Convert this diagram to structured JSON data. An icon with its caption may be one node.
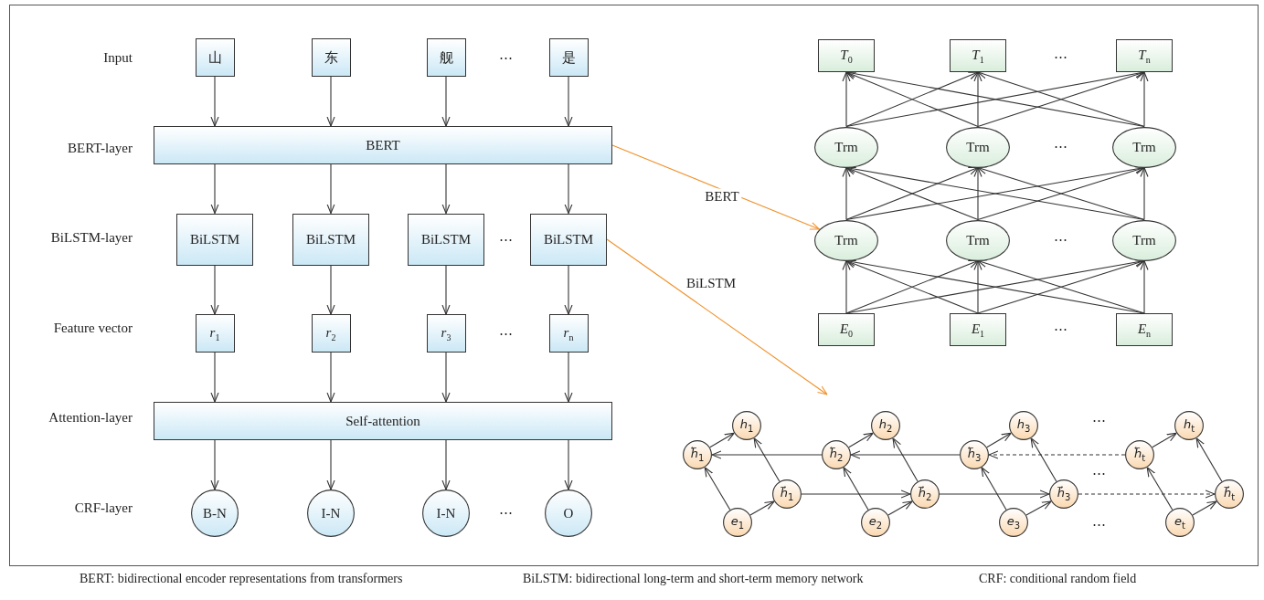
{
  "diagram": {
    "nodes": [
      {
        "text": [
          "山"
        ]
      },
      {
        "text": [
          "东"
        ]
      },
      {
        "text": [
          "舰"
        ]
      },
      {
        "text": [
          "是"
        ]
      },
      {
        "text": [
          "BERT"
        ]
      },
      {
        "text": [
          "BiLSTM"
        ]
      },
      {
        "text": [
          "BiLSTM"
        ]
      },
      {
        "text": [
          "BiLSTM"
        ]
      },
      {
        "text": [
          "BiLSTM"
        ]
      },
      {
        "text": [
          "*r*$_{1}$"
        ]
      },
      {
        "text": [
          "*r*$_{2}$"
        ]
      },
      {
        "text": [
          "*r*$_{3}$"
        ]
      },
      {
        "text": [
          "*r*$_{n}$"
        ]
      },
      {
        "text": [
          "Self-attention"
        ]
      },
      {
        "text": [
          "B-N"
        ]
      },
      {
        "text": [
          "I-N"
        ]
      },
      {
        "text": [
          "I-N"
        ]
      },
      {
        "text": [
          "O"
        ]
      },
      {
        "text": [
          "*T*$_{0}$"
        ]
      },
      {
        "text": [
          "*T*$_{1}$"
        ]
      },
      {
        "text": [
          "*T*$_{n}$"
        ]
      },
      {
        "text": [
          "Trm"
        ]
      },
      {
        "text": [
          "Trm"
        ]
      },
      {
        "text": [
          "Trm"
        ]
      },
      {
        "text": [
          "Trm"
        ]
      },
      {
        "text": [
          "Trm"
        ]
      },
      {
        "text": [
          "Trm"
        ]
      },
      {
        "text": [
          "*E*$_{0}$"
        ]
      },
      {
        "text": [
          "*E*$_{1}$"
        ]
      },
      {
        "text": [
          "*E*$_{n}$"
        ]
      },
      {
        "text": [
          "*h*$_{1}$"
        ]
      },
      {
        "text": [
          "*h⃖*$_{1}$"
        ]
      },
      {
        "text": [
          "*h⃗*$_{1}$"
        ]
      },
      {
        "text": [
          "*e*$_{1}$"
        ]
      },
      {
        "text": [
          "*h*$_{2}$"
        ]
      },
      {
        "text": [
          "*h⃖*$_{2}$"
        ]
      },
      {
        "text": [
          "*h⃗*$_{2}$"
        ]
      },
      {
        "text": [
          "*e*$_{2}$"
        ]
      },
      {
        "text": [
          "*h*$_{3}$"
        ]
      },
      {
        "text": [
          "*h⃖*$_{3}$"
        ]
      },
      {
        "text": [
          "*h⃗*$_{3}$"
        ]
      },
      {
        "text": [
          "*e*$_{3}$"
        ]
      },
      {
        "text": [
          "*h*$_{t}$"
        ]
      },
      {
        "text": [
          "*h⃖*$_{t}$"
        ]
      },
      {
        "text": [
          "*h⃗*$_{t}$"
        ]
      },
      {
        "text": [
          "*e*$_{t}$"
        ]
      }
    ],
    "edges": [
      {
        "from": 0,
        "to": 4,
        "arrow": "to"
      },
      {
        "from": 1,
        "to": 4,
        "arrow": "to"
      },
      {
        "from": 2,
        "to": 4,
        "arrow": "to"
      },
      {
        "from": 3,
        "to": 4,
        "arrow": "to"
      },
      {
        "from": 4,
        "to": 5,
        "arrow": "to"
      },
      {
        "from": 4,
        "to": 6,
        "arrow": "to"
      },
      {
        "from": 4,
        "to": 7,
        "arrow": "to"
      },
      {
        "from": 4,
        "to": 8,
        "arrow": "to"
      },
      {
        "from": 5,
        "to": 9,
        "arrow": "to"
      },
      {
        "from": 6,
        "to": 10,
        "arrow": "to"
      },
      {
        "from": 7,
        "to": 11,
        "arrow": "to"
      },
      {
        "from": 8,
        "to": 12,
        "arrow": "to"
      },
      {
        "from": 9,
        "to": 13,
        "arrow": "to"
      },
      {
        "from": 10,
        "to": 13,
        "arrow": "to"
      },
      {
        "from": 11,
        "to": 13,
        "arrow": "to"
      },
      {
        "from": 12,
        "to": 13,
        "arrow": "to"
      },
      {
        "from": 13,
        "to": 14,
        "arrow": "to"
      },
      {
        "from": 13,
        "to": 15,
        "arrow": "to"
      },
      {
        "from": 13,
        "to": 16,
        "arrow": "to"
      },
      {
        "from": 13,
        "to": 17,
        "arrow": "to"
      },
      {
        "from": 4,
        "to": 24,
        "arrow": "to",
        "label": "BERT",
        "color": "#f0922b"
      },
      {
        "from": 8,
        "to": null,
        "arrow": "to",
        "label": "BiLSTM",
        "color": "#f0922b"
      },
      {
        "from": 27,
        "to": 24,
        "arrow": "to"
      },
      {
        "from": 27,
        "to": 25,
        "arrow": "to"
      },
      {
        "from": 27,
        "to": 26,
        "arrow": "to"
      },
      {
        "from": 28,
        "to": 24,
        "arrow": "to"
      },
      {
        "from": 28,
        "to": 25,
        "arrow": "to"
      },
      {
        "from": 28,
        "to": 26,
        "arrow": "to"
      },
      {
        "from": 29,
        "to": 24,
        "arrow": "to"
      },
      {
        "from": 29,
        "to": 25,
        "arrow": "to"
      },
      {
        "from": 29,
        "to": 26,
        "arrow": "to"
      },
      {
        "from": 24,
        "to": 21,
        "arrow": "to"
      },
      {
        "from": 24,
        "to": 22,
        "arrow": "to"
      },
      {
        "from": 24,
        "to": 23,
        "arrow": "to"
      },
      {
        "from": 25,
        "to": 21,
        "arrow": "to"
      },
      {
        "from": 25,
        "to": 22,
        "arrow": "to"
      },
      {
        "from": 25,
        "to": 23,
        "arrow": "to"
      },
      {
        "from": 26,
        "to": 21,
        "arrow": "to"
      },
      {
        "from": 26,
        "to": 22,
        "arrow": "to"
      },
      {
        "from": 26,
        "to": 23,
        "arrow": "to"
      },
      {
        "from": 21,
        "to": 18,
        "arrow": "to"
      },
      {
        "from": 21,
        "to": 19,
        "arrow": "to"
      },
      {
        "from": 21,
        "to": 20,
        "arrow": "to"
      },
      {
        "from": 22,
        "to": 18,
        "arrow": "to"
      },
      {
        "from": 22,
        "to": 19,
        "arrow": "to"
      },
      {
        "from": 22,
        "to": 20,
        "arrow": "to"
      },
      {
        "from": 23,
        "to": 18,
        "arrow": "to"
      },
      {
        "from": 23,
        "to": 19,
        "arrow": "to"
      },
      {
        "from": 23,
        "to": 20,
        "arrow": "to"
      },
      {
        "from": 33,
        "to": 32,
        "arrow": "to"
      },
      {
        "from": 33,
        "to": 31,
        "arrow": "to"
      },
      {
        "from": 32,
        "to": 30,
        "arrow": "to"
      },
      {
        "from": 31,
        "to": 30,
        "arrow": "to"
      },
      {
        "from": 37,
        "to": 36,
        "arrow": "to"
      },
      {
        "from": 37,
        "to": 35,
        "arrow": "to"
      },
      {
        "from": 36,
        "to": 34,
        "arrow": "to"
      },
      {
        "from": 35,
        "to": 34,
        "arrow": "to"
      },
      {
        "from": 41,
        "to": 40,
        "arrow": "to"
      },
      {
        "from": 41,
        "to": 39,
        "arrow": "to"
      },
      {
        "from": 40,
        "to": 38,
        "arrow": "to"
      },
      {
        "from": 39,
        "to": 38,
        "arrow": "to"
      },
      {
        "from": 45,
        "to": 44,
        "arrow": "to"
      },
      {
        "from": 45,
        "to": 43,
        "arrow": "to"
      },
      {
        "from": 44,
        "to": 42,
        "arrow": "to"
      },
      {
        "from": 43,
        "to": 42,
        "arrow": "to"
      },
      {
        "from": 35,
        "to": 31,
        "arrow": "to"
      },
      {
        "from": 39,
        "to": 35,
        "arrow": "to"
      },
      {
        "from": 43,
        "to": 39,
        "arrow": "to",
        "style": "dashed"
      },
      {
        "from": 32,
        "to": 36,
        "arrow": "to"
      },
      {
        "from": 36,
        "to": 40,
        "arrow": "to"
      },
      {
        "from": 40,
        "to": 44,
        "arrow": "to",
        "style": "dashed"
      }
    ],
    "labels": [
      "Input",
      "⋯",
      "⋯",
      "BERT-layer",
      "⋯",
      "BiLSTM-layer",
      "⋯",
      "⋯",
      "Feature vector",
      "⋯",
      "⋯",
      "Attention-layer",
      "⋯",
      "⋯",
      "CRF-layer",
      "⋯",
      "⋯",
      "BERT: bidirectional encoder representations from transformers",
      "BiLSTM: bidirectional long-term and short-term memory network",
      "CRF: conditional random field"
    ]
  }
}
